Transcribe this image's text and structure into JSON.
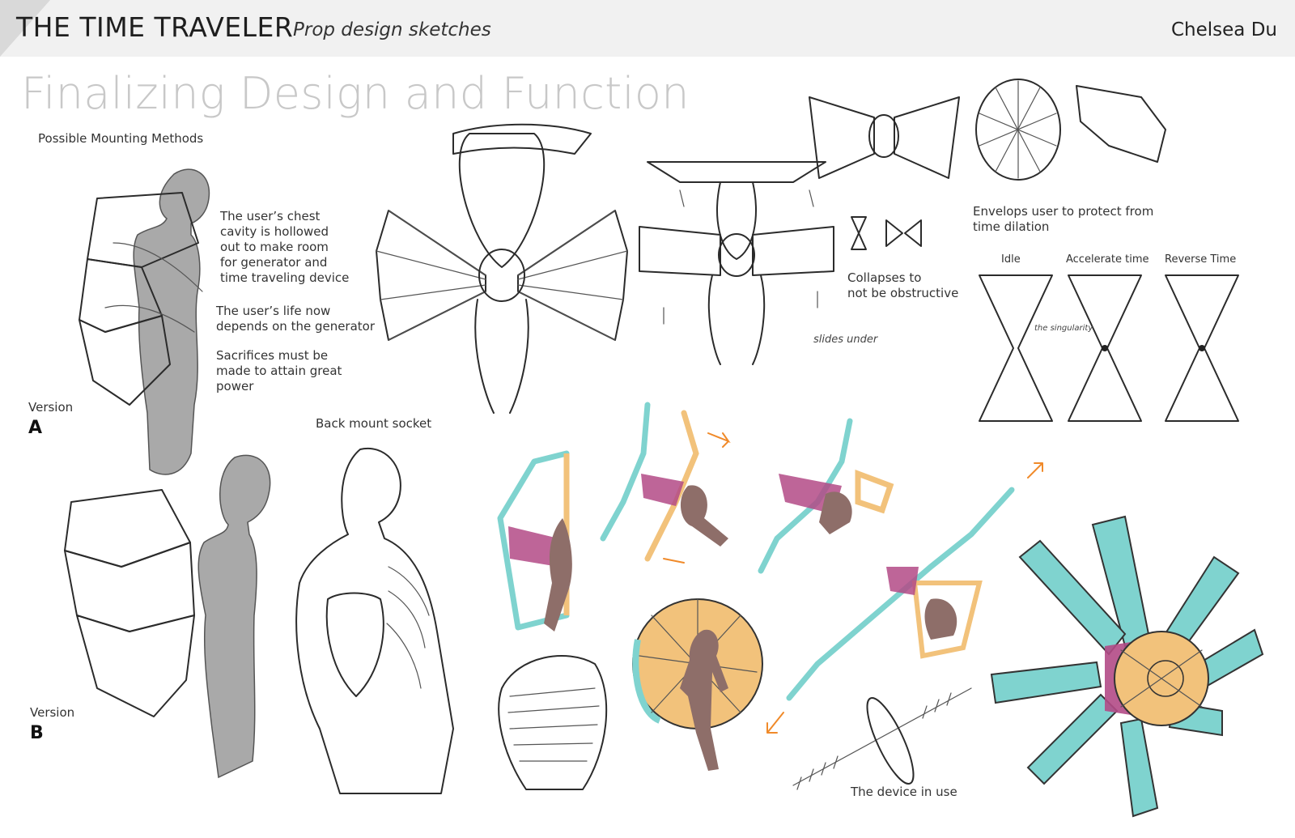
{
  "header": {
    "title": "THE TIME TRAVELER",
    "subtitle": "Prop design sketches",
    "author": "Chelsea Du"
  },
  "page": {
    "heading": "Finalizing Design and Function"
  },
  "labels": {
    "mounting": "Possible Mounting Methods",
    "chest": "The user’s chest\ncavity is hollowed\nout to make room\nfor generator and\ntime traveling device",
    "life": "The user’s life now\ndepends on the generator",
    "sacrifice": "Sacrifices must be\nmade to attain great\npower",
    "version_a": "Version",
    "version_a_letter": "A",
    "version_b": "Version",
    "version_b_letter": "B",
    "back_mount": "Back mount socket",
    "collapses": "Collapses to\nnot be obstructive",
    "slides": "slides under",
    "envelops": "Envelops user to protect from\ntime dilation",
    "idle": "Idle",
    "accelerate": "Accelerate time",
    "reverse": "Reverse Time",
    "singularity": "the singularity",
    "device_in_use": "The device in use"
  },
  "colors": {
    "teal": "#7fd3cf",
    "orange": "#f2c27b",
    "magenta": "#b34a86",
    "figure": "#8e6e69",
    "grey": "#9a9a9a"
  }
}
